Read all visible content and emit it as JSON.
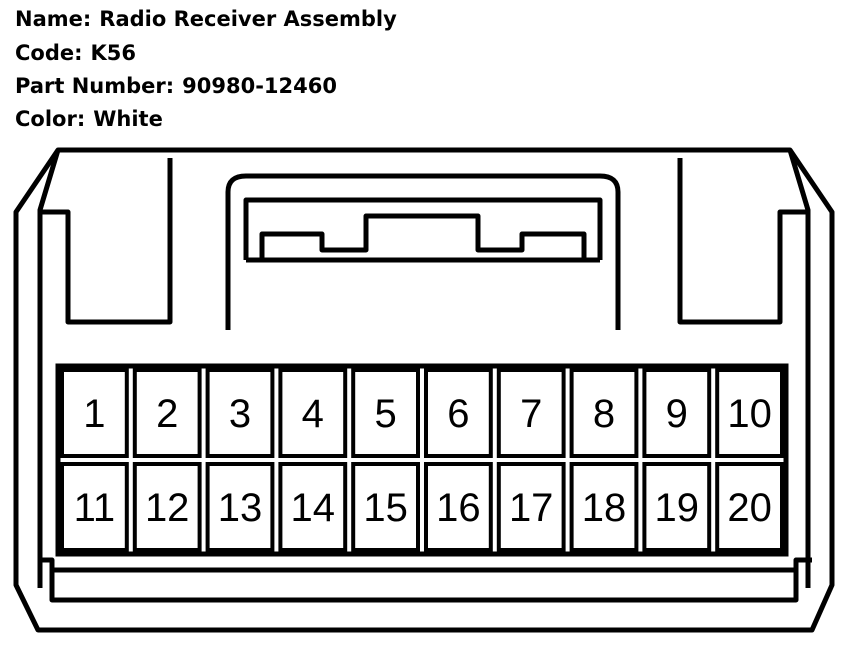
{
  "connector": {
    "name_label": "Name:",
    "name_value": "Radio Receiver Assembly",
    "code_label": "Code:",
    "code_value": "K56",
    "part_label": "Part Number:",
    "part_value": "90980-12460",
    "color_label": "Color:",
    "color_value": "White"
  },
  "pins": {
    "top_row": [
      "1",
      "2",
      "3",
      "4",
      "5",
      "6",
      "7",
      "8",
      "9",
      "10"
    ],
    "bottom_row": [
      "11",
      "12",
      "13",
      "14",
      "15",
      "16",
      "17",
      "18",
      "19",
      "20"
    ]
  }
}
